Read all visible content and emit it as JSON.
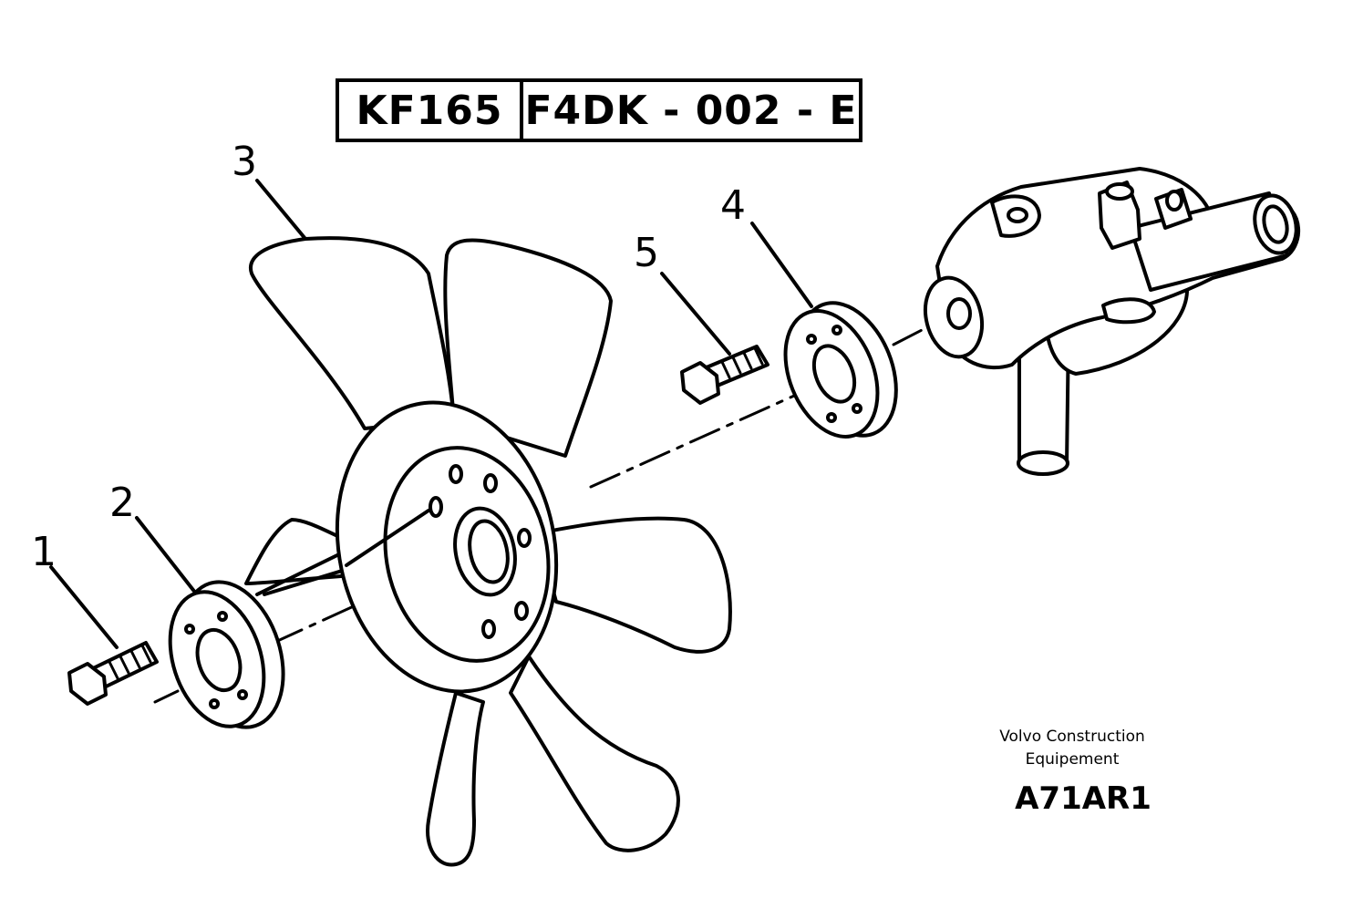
{
  "header": {
    "model": "KF165",
    "reference": "F4DK - 002 - E"
  },
  "callouts": [
    "1",
    "2",
    "3",
    "4",
    "5"
  ],
  "footer": {
    "maker_line1": "Volvo Construction",
    "maker_line2": "Equipement",
    "code": "A71AR1"
  },
  "colors": {
    "ink": "#000000",
    "paper": "#ffffff"
  }
}
